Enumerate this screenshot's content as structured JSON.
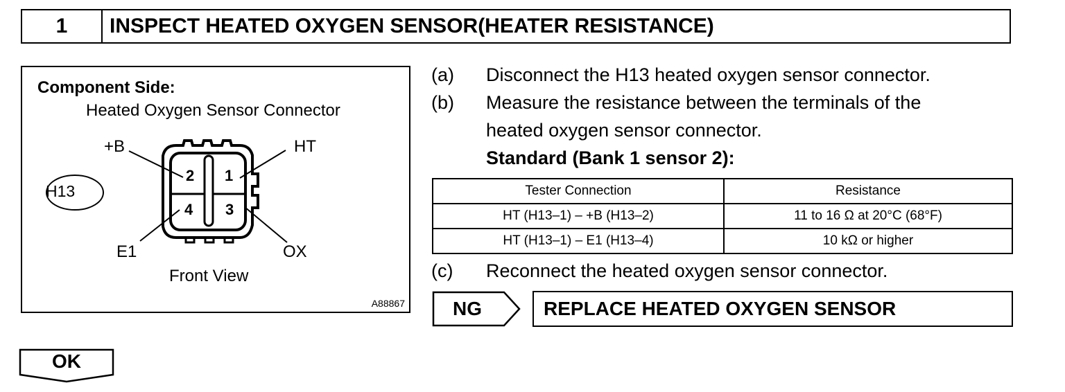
{
  "header": {
    "step_number": "1",
    "title": "INSPECT HEATED OXYGEN SENSOR(HEATER RESISTANCE)"
  },
  "figure": {
    "label": "Component Side:",
    "subtitle": "Heated Oxygen Sensor Connector",
    "connector_id": "H13",
    "pins": {
      "p2": "2",
      "p1": "1",
      "p4": "4",
      "p3": "3"
    },
    "callouts": {
      "plus_b": "+B",
      "ht": "HT",
      "e1": "E1",
      "ox": "OX"
    },
    "view_label": "Front View",
    "figure_code": "A88867"
  },
  "steps": [
    {
      "letter": "(a)",
      "lines": [
        "Disconnect the H13 heated oxygen sensor connector."
      ]
    },
    {
      "letter": "(b)",
      "lines": [
        "Measure  the  resistance  between  the  terminals  of  the",
        "heated oxygen sensor connector."
      ]
    },
    {
      "letter": "(c)",
      "lines": [
        "Reconnect the heated oxygen sensor connector."
      ]
    }
  ],
  "standard_label": "Standard (Bank 1 sensor 2):",
  "table": {
    "headers": [
      "Tester Connection",
      "Resistance"
    ],
    "rows": [
      [
        "HT (H13–1) – +B (H13–2)",
        "11 to 16 Ω at 20°C (68°F)"
      ],
      [
        "HT (H13–1) – E1 (H13–4)",
        "10 kΩ or higher"
      ]
    ]
  },
  "ng": {
    "label": "NG",
    "action": "REPLACE HEATED OXYGEN SENSOR"
  },
  "ok": {
    "label": "OK"
  }
}
